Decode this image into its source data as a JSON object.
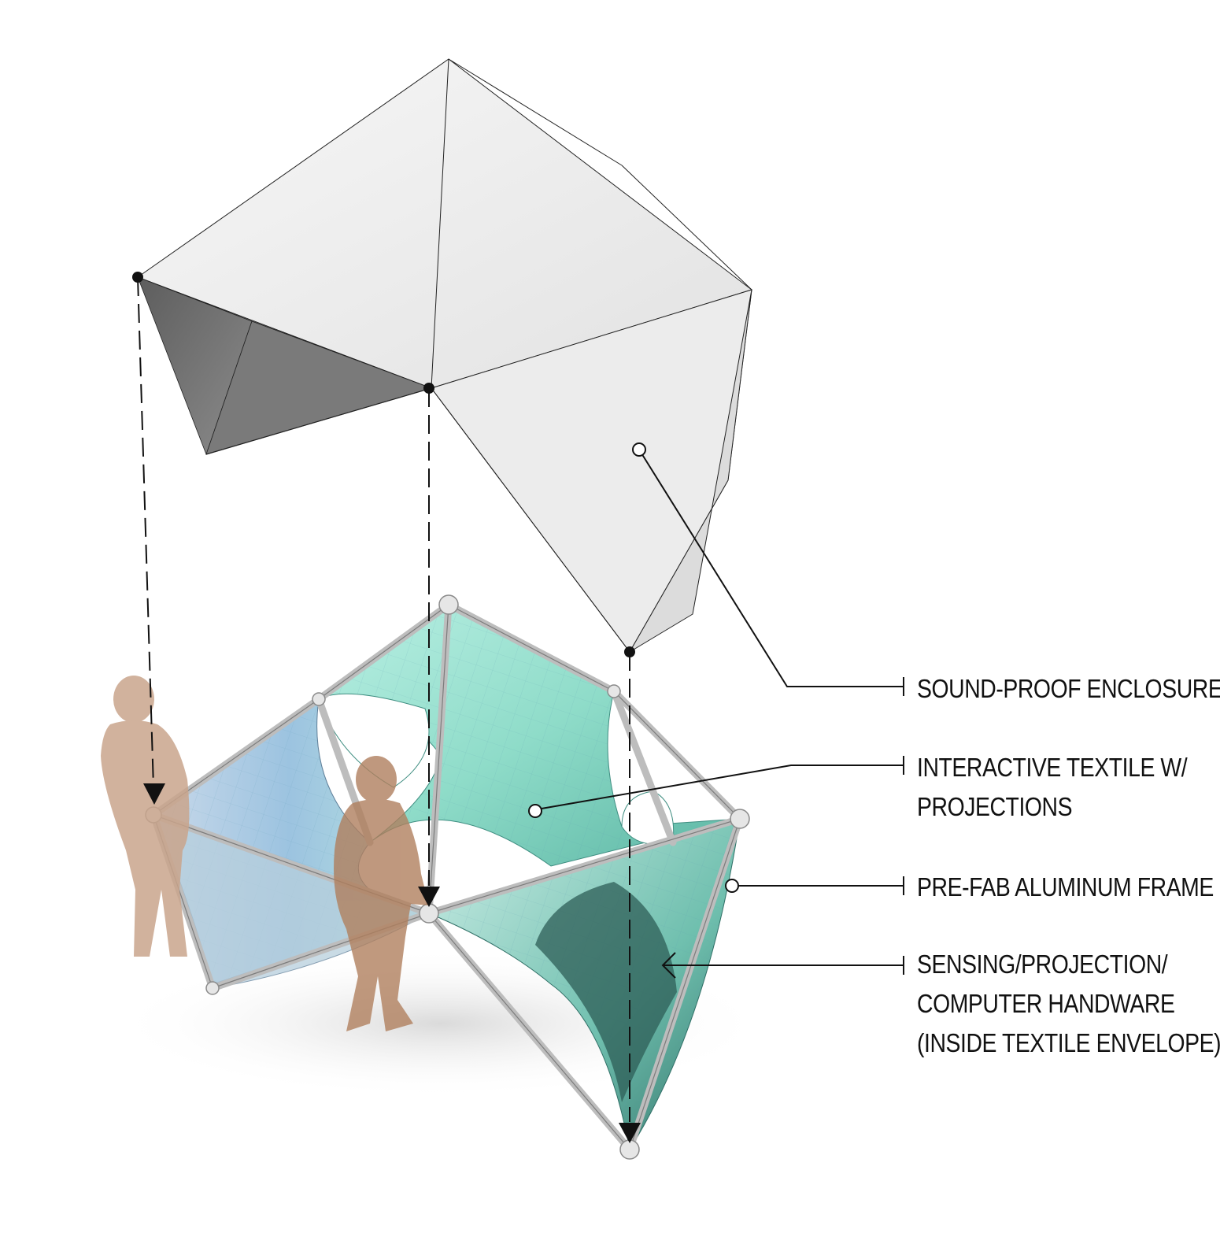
{
  "labels": {
    "enclosure": "SOUND-PROOF ENCLOSURE",
    "textile_line1": "INTERACTIVE TEXTILE W/",
    "textile_line2": "PROJECTIONS",
    "frame": "PRE-FAB ALUMINUM FRAME",
    "hardware_line1": "SENSING/PROJECTION/",
    "hardware_line2": "COMPUTER HANDWARE",
    "hardware_line3": "(INSIDE TEXTILE ENVELOPE)"
  },
  "colors": {
    "textile": "#9fe3d4",
    "textile_blue": "#a9c9e6",
    "enclosure_face": "#f2f2f2",
    "enclosure_shadow": "#6e6e6e",
    "figure": "#c9a58c",
    "ink": "#111111"
  }
}
